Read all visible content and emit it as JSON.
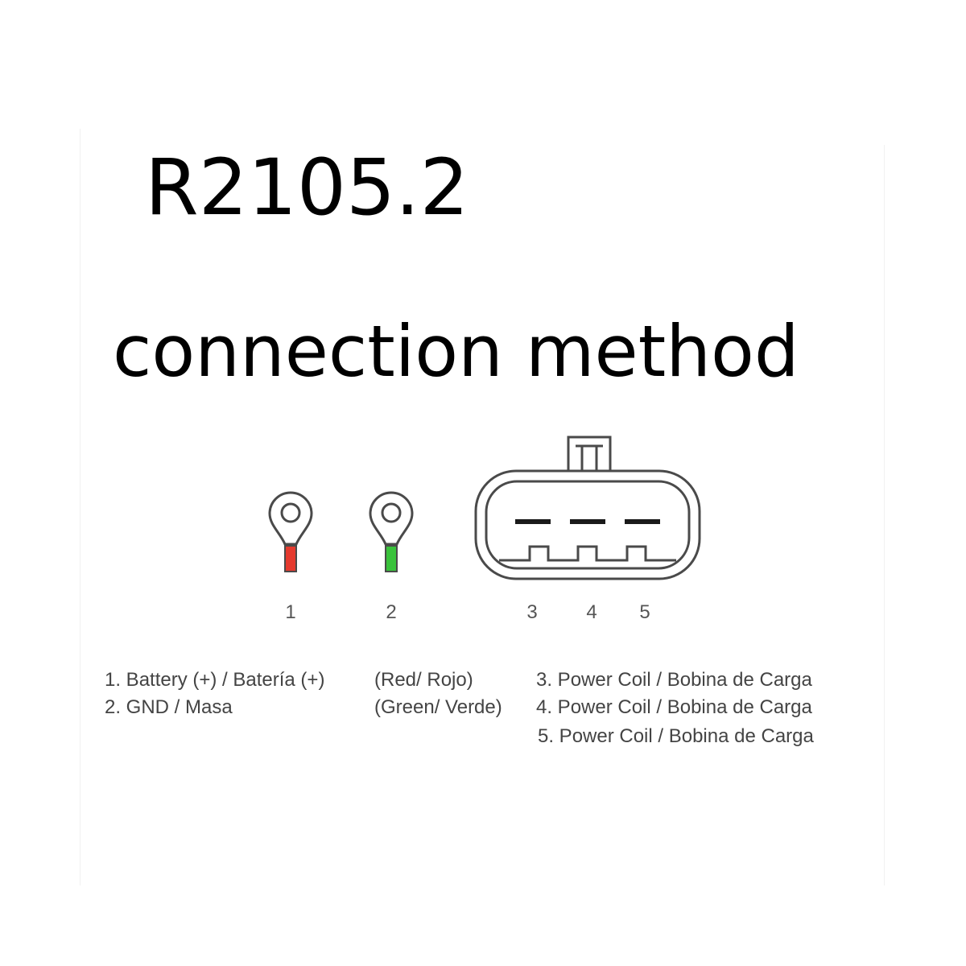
{
  "title": "R2105.2",
  "subtitle": "connection method",
  "colors": {
    "terminal_1_wire": "#e53a2e",
    "terminal_2_wire": "#39c23b",
    "outline": "#4a4a4a"
  },
  "pins": [
    {
      "number": "1",
      "icon": "ring-terminal-icon"
    },
    {
      "number": "2",
      "icon": "ring-terminal-icon"
    },
    {
      "number": "3",
      "icon": "connector-pin-icon"
    },
    {
      "number": "4",
      "icon": "connector-pin-icon"
    },
    {
      "number": "5",
      "icon": "connector-pin-icon"
    }
  ],
  "legend": {
    "left": [
      "1. Battery (+) / Batería (+)",
      "2. GND / Masa"
    ],
    "colors": [
      "(Red/ Rojo)",
      "(Green/ Verde)"
    ],
    "right": [
      "3. Power Coil / Bobina de Carga",
      "4. Power Coil / Bobina de Carga",
      "5. Power Coil / Bobina de Carga"
    ]
  }
}
